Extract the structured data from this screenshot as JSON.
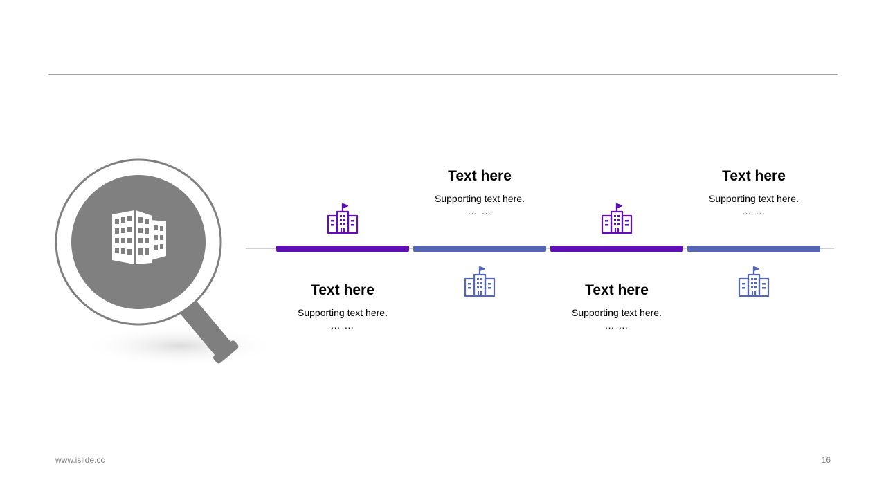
{
  "colors": {
    "purple": "#5f0fb5",
    "blue": "#5566b3",
    "grey": "#808080",
    "rule": "#a6a6a6"
  },
  "magnifier": {
    "icon": "magnifier-building-icon"
  },
  "steps": [
    {
      "position": "below",
      "color": "purple",
      "icon": "school-building-icon",
      "title": "Text here",
      "support": "Supporting text here.",
      "ellipsis": "… …"
    },
    {
      "position": "above",
      "color": "blue",
      "icon": "school-building-icon",
      "title": "Text here",
      "support": "Supporting text here.",
      "ellipsis": "… …"
    },
    {
      "position": "below",
      "color": "purple",
      "icon": "school-building-icon",
      "title": "Text here",
      "support": "Supporting text here.",
      "ellipsis": "… …"
    },
    {
      "position": "above",
      "color": "blue",
      "icon": "school-building-icon",
      "title": "Text here",
      "support": "Supporting text here.",
      "ellipsis": "… …"
    }
  ],
  "footer": {
    "url": "www.islide.cc",
    "page_number": "16"
  }
}
